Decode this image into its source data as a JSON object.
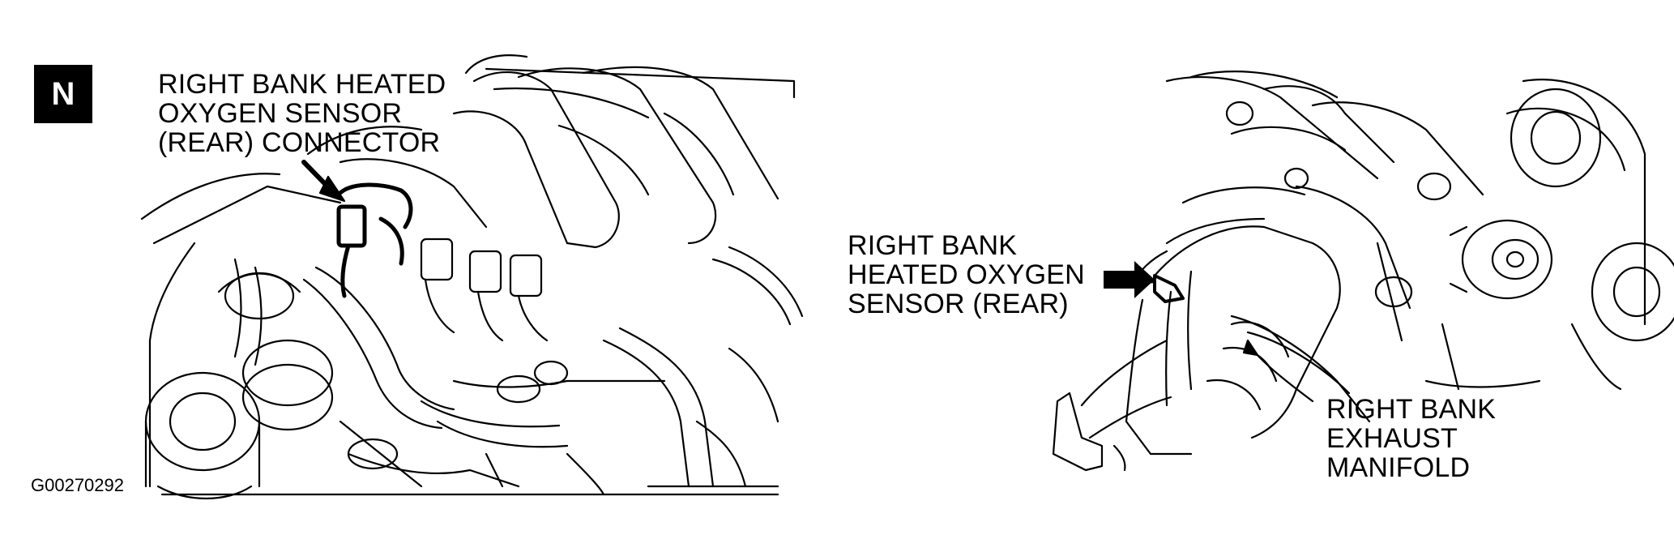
{
  "badge": "N",
  "figure_id": "G00270292",
  "labels": {
    "connector": "RIGHT BANK HEATED\nOXYGEN SENSOR\n(REAR) CONNECTOR",
    "sensor": "RIGHT BANK\nHEATED OXYGEN\nSENSOR (REAR)",
    "manifold": "RIGHT BANK\nEXHAUST\nMANIFOLD"
  }
}
